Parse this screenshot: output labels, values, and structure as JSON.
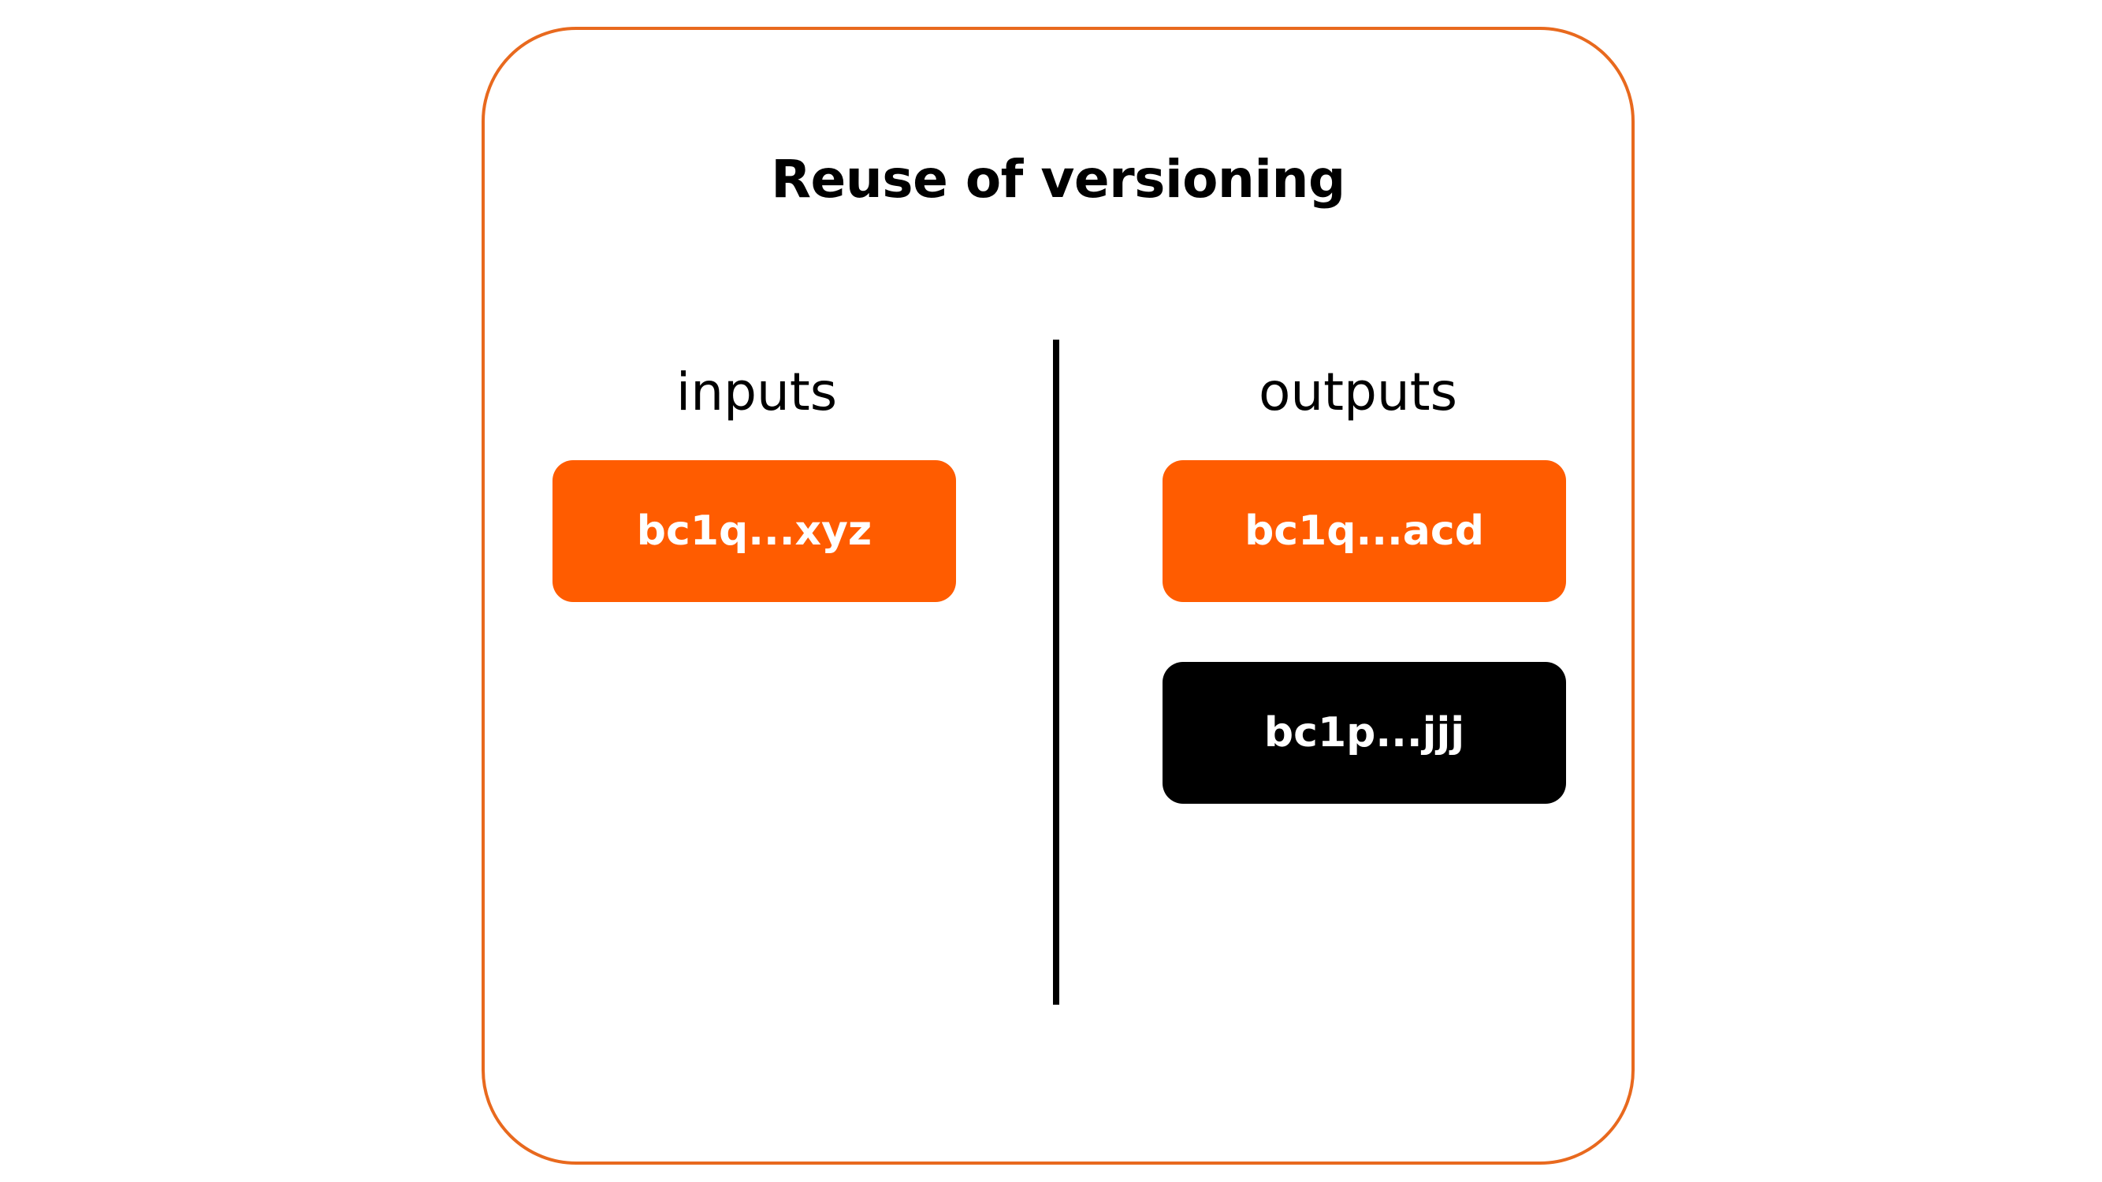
{
  "title": "Reuse of versioning",
  "columns": {
    "inputs_label": "inputs",
    "outputs_label": "outputs"
  },
  "inputs": [
    {
      "address": "bc1q...xyz",
      "color": "#ff5c00"
    }
  ],
  "outputs": [
    {
      "address": "bc1q...acd",
      "color": "#ff5c00"
    },
    {
      "address": "bc1p...jjj",
      "color": "#000000"
    }
  ],
  "colors": {
    "frame_border": "#e8691e",
    "accent": "#ff5c00",
    "dark": "#000000"
  }
}
